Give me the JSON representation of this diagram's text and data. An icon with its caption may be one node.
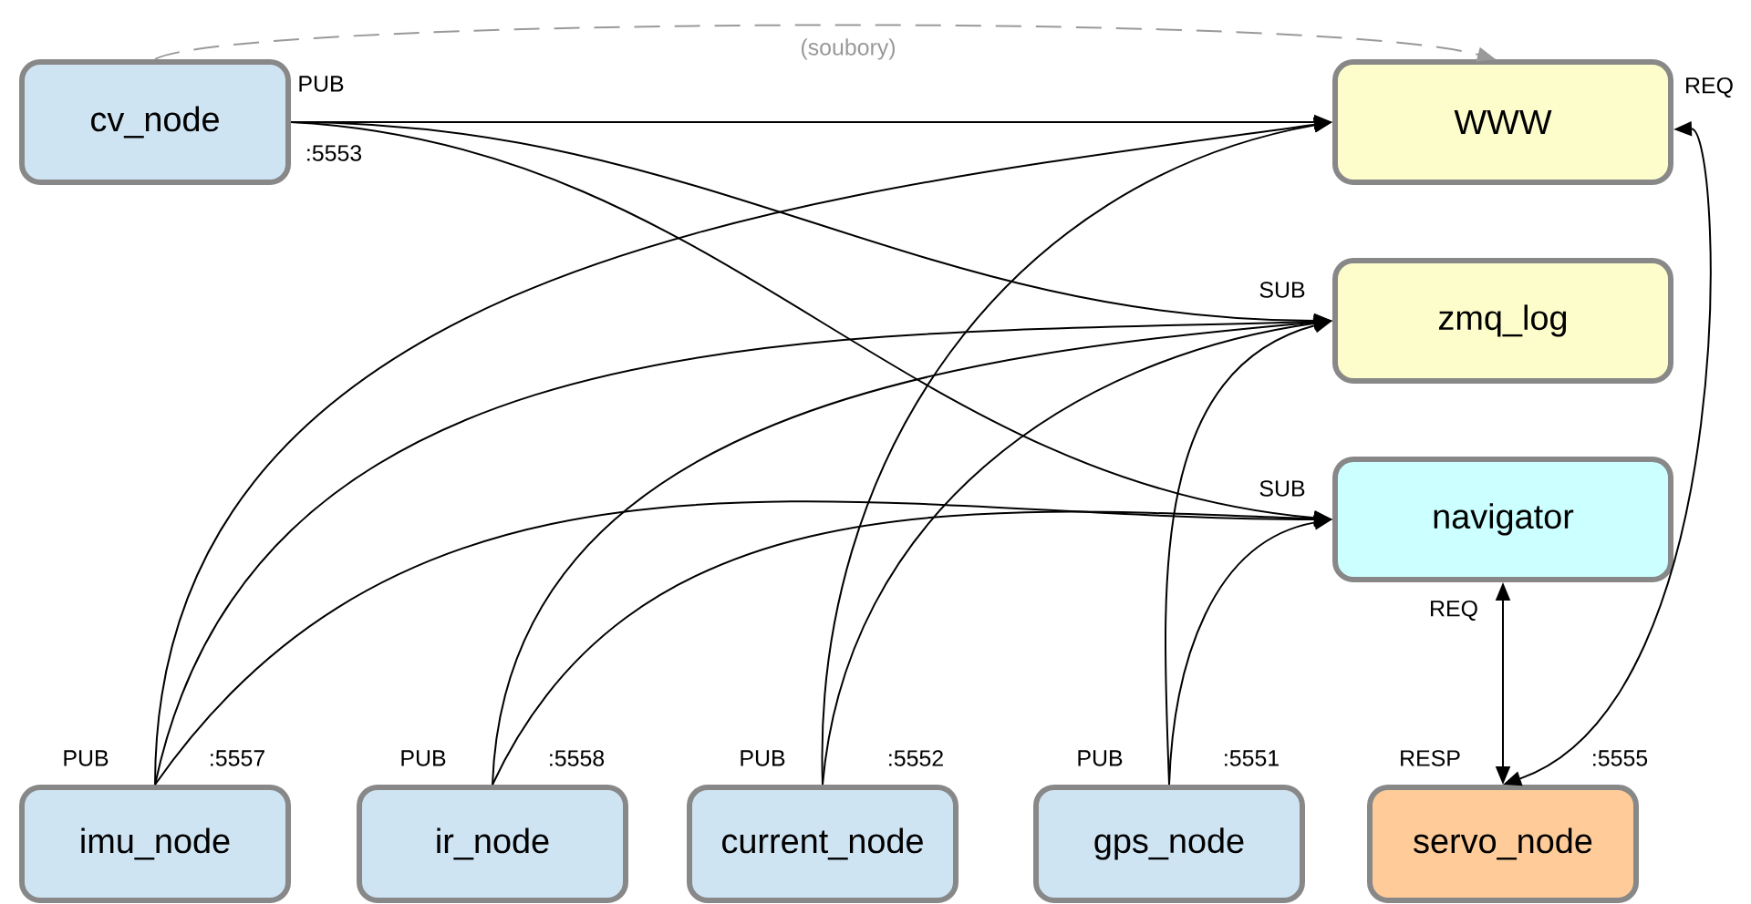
{
  "diagram": {
    "nodes": [
      {
        "text": [
          "cv_node"
        ],
        "beside": [
          "PUB",
          ":5553"
        ]
      },
      {
        "text": [
          "WWW"
        ],
        "beside": [
          "REQ"
        ]
      },
      {
        "text": [
          "zmq_log"
        ],
        "beside": [
          "SUB"
        ]
      },
      {
        "text": [
          "navigator"
        ],
        "beside": [
          "SUB",
          "REQ"
        ]
      },
      {
        "text": [
          "imu_node"
        ],
        "beside": [
          "PUB",
          ":5557"
        ]
      },
      {
        "text": [
          "ir_node"
        ],
        "beside": [
          "PUB",
          ":5558"
        ]
      },
      {
        "text": [
          "current_node"
        ],
        "beside": [
          "PUB",
          ":5552"
        ]
      },
      {
        "text": [
          "gps_node"
        ],
        "beside": [
          "PUB",
          ":5551"
        ]
      },
      {
        "text": [
          "servo_node"
        ],
        "beside": [
          "RESP",
          ":5555"
        ]
      }
    ],
    "edges": [
      {
        "from": 0,
        "to": 1,
        "arrow": "to"
      },
      {
        "from": 0,
        "to": 2,
        "arrow": "to"
      },
      {
        "from": 0,
        "to": 3,
        "arrow": "to"
      },
      {
        "from": 0,
        "to": 1,
        "arrow": "to",
        "label": "(soubory)",
        "style": "dashed",
        "color": "#999999"
      },
      {
        "from": 4,
        "to": 1,
        "arrow": "to"
      },
      {
        "from": 4,
        "to": 2,
        "arrow": "to"
      },
      {
        "from": 4,
        "to": 3,
        "arrow": "to"
      },
      {
        "from": 5,
        "to": 2,
        "arrow": "to"
      },
      {
        "from": 5,
        "to": 3,
        "arrow": "to"
      },
      {
        "from": 6,
        "to": 1,
        "arrow": "to"
      },
      {
        "from": 6,
        "to": 2,
        "arrow": "to"
      },
      {
        "from": 7,
        "to": 2,
        "arrow": "to"
      },
      {
        "from": 7,
        "to": 3,
        "arrow": "to"
      },
      {
        "from": 3,
        "to": 8,
        "arrow": "both"
      },
      {
        "from": 1,
        "to": 8,
        "arrow": "both"
      }
    ]
  }
}
